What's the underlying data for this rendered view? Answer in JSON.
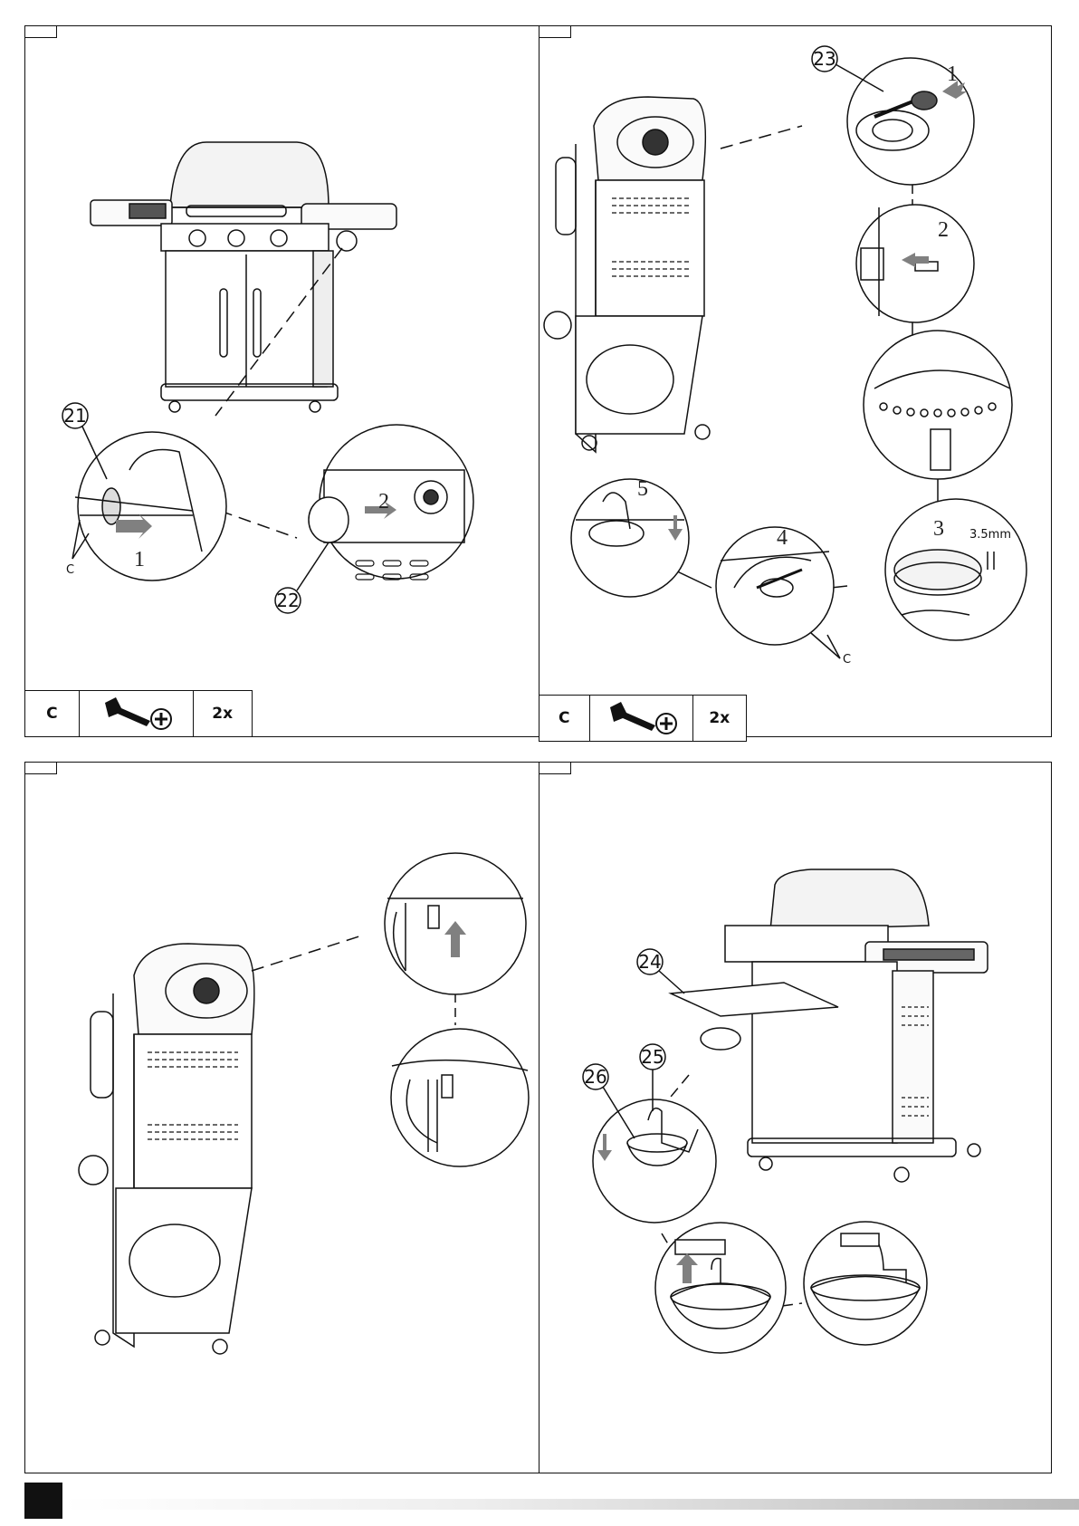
{
  "panels": [
    {
      "callouts": [
        "21",
        "22"
      ],
      "step_numbers": [
        "1",
        "2"
      ],
      "hardware_letter": "C",
      "parts_table": {
        "code": "C",
        "icon": "screw-icon",
        "qty": "2x"
      }
    },
    {
      "callouts": [
        "23"
      ],
      "step_numbers": [
        "1",
        "2",
        "3",
        "4",
        "5"
      ],
      "dimension": "3.5mm",
      "hardware_letter": "C",
      "parts_table": {
        "code": "C",
        "icon": "screw-icon",
        "qty": "2x"
      }
    },
    {
      "callouts": []
    },
    {
      "callouts": [
        "24",
        "25",
        "26"
      ]
    }
  ],
  "colors": {
    "line": "#111111",
    "arrow": "#808080"
  }
}
